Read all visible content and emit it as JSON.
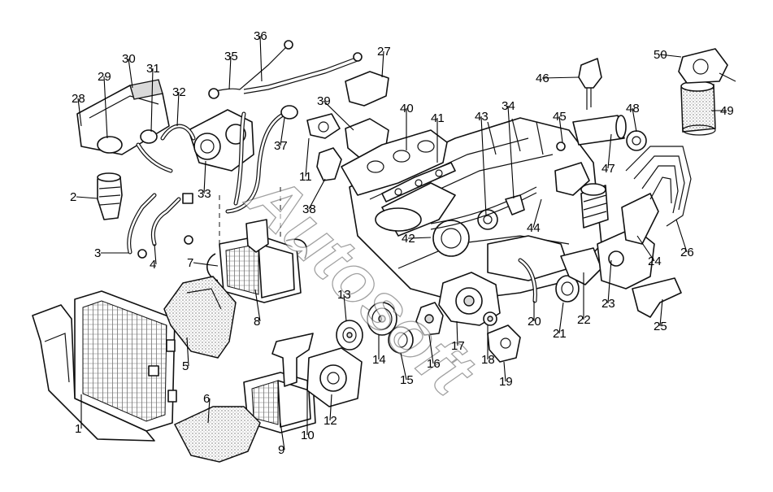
{
  "watermark": "Autosoft",
  "callouts": [
    "1",
    "2",
    "3",
    "4",
    "5",
    "6",
    "7",
    "8",
    "9",
    "10",
    "11",
    "12",
    "13",
    "14",
    "15",
    "16",
    "17",
    "18",
    "19",
    "20",
    "21",
    "22",
    "23",
    "24",
    "25",
    "26",
    "27",
    "28",
    "29",
    "30",
    "31",
    "32",
    "33",
    "34",
    "35",
    "36",
    "37",
    "38",
    "39",
    "40",
    "41",
    "42",
    "43",
    "44",
    "45",
    "46",
    "47",
    "48",
    "49",
    "50"
  ]
}
